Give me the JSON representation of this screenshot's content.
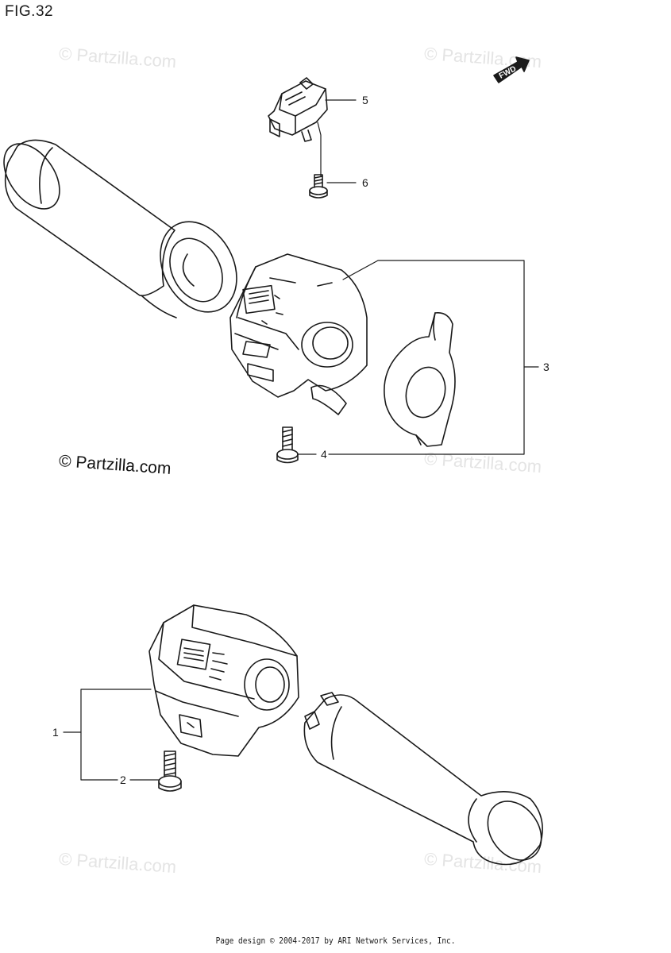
{
  "figure": {
    "title": "FIG.32"
  },
  "fwd_label": "FWD",
  "callouts": [
    {
      "id": "1",
      "label": "1"
    },
    {
      "id": "2",
      "label": "2"
    },
    {
      "id": "3",
      "label": "3"
    },
    {
      "id": "4",
      "label": "4"
    },
    {
      "id": "5",
      "label": "5"
    },
    {
      "id": "6",
      "label": "6"
    }
  ],
  "watermark": "© Partzilla.com",
  "copyright": "© Partzilla.com",
  "footer": "Page design © 2004-2017 by ARI Network Services, Inc."
}
